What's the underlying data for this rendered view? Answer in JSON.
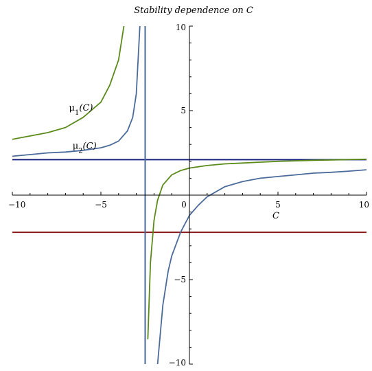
{
  "chart_data": {
    "type": "line",
    "title": "Stability dependence on C",
    "xlabel": "C",
    "ylabel": "",
    "xlim": [
      -10,
      10
    ],
    "ylim": [
      -10,
      10
    ],
    "grid": false,
    "x_ticks": [
      {
        "value": -10,
        "label": "−10"
      },
      {
        "value": -5,
        "label": "−5"
      },
      {
        "value": 0,
        "label": "0"
      },
      {
        "value": 5,
        "label": "5"
      },
      {
        "value": 10,
        "label": "10"
      }
    ],
    "y_ticks": [
      {
        "value": -10,
        "label": "−10"
      },
      {
        "value": -5,
        "label": "−5"
      },
      {
        "value": 5,
        "label": "5"
      },
      {
        "value": 10,
        "label": "10"
      }
    ],
    "series": [
      {
        "name": "μ1(C)",
        "color": "#5a8a1a",
        "segments": [
          {
            "x": [
              -10,
              -9,
              -8,
              -7,
              -6,
              -5,
              -4.5,
              -4,
              -3.7
            ],
            "y": [
              3.3,
              3.5,
              3.7,
              4.0,
              4.6,
              5.5,
              6.5,
              8.0,
              10
            ]
          },
          {
            "x": [
              -2.35,
              -2.2,
              -2.0,
              -1.8,
              -1.5,
              -1.0,
              -0.5,
              0,
              1,
              2,
              3,
              4,
              5,
              6,
              7,
              8,
              9,
              10
            ],
            "y": [
              -8.5,
              -4.0,
              -1.5,
              -0.3,
              0.6,
              1.2,
              1.45,
              1.6,
              1.75,
              1.85,
              1.9,
              1.95,
              2.0,
              2.03,
              2.06,
              2.08,
              2.1,
              2.12
            ]
          }
        ]
      },
      {
        "name": "μ2(C)",
        "color": "#4a6a9a",
        "segments": [
          {
            "x": [
              -10,
              -9,
              -8,
              -7,
              -6,
              -5,
              -4.5,
              -4,
              -3.5,
              -3.2,
              -3.0,
              -2.8
            ],
            "y": [
              2.3,
              2.4,
              2.5,
              2.55,
              2.65,
              2.8,
              2.95,
              3.2,
              3.8,
              4.6,
              6.0,
              10
            ]
          },
          {
            "x": [
              -1.8,
              -1.5,
              -1.2,
              -1.0,
              -0.5,
              0,
              0.5,
              1,
              2,
              3,
              4,
              5,
              6,
              7,
              8,
              9,
              10
            ],
            "y": [
              -10,
              -6.5,
              -4.5,
              -3.6,
              -2.2,
              -1.2,
              -0.6,
              -0.1,
              0.5,
              0.8,
              1.0,
              1.1,
              1.2,
              1.3,
              1.35,
              1.42,
              1.5
            ]
          }
        ]
      }
    ],
    "reference_lines": [
      {
        "orientation": "horizontal",
        "value": 2.1,
        "color": "#1a237e"
      },
      {
        "orientation": "horizontal",
        "value": -2.2,
        "color": "#8b1a1a"
      },
      {
        "orientation": "vertical",
        "value": -2.5,
        "color": "#4a6a9a"
      }
    ],
    "annotations": [
      {
        "text": "μ1(C)",
        "x": -6.8,
        "y": 5.0
      },
      {
        "text": "μ2(C)",
        "x": -6.6,
        "y": 2.75
      }
    ]
  }
}
